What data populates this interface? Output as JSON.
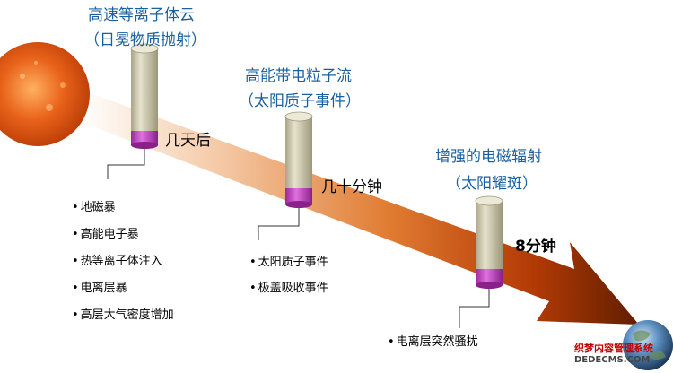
{
  "events": [
    {
      "title_line1": "高速等离子体云",
      "title_line2": "（日冕物质抛射）",
      "arrival_time": "几天后",
      "effects": [
        "地磁暴",
        "高能电子暴",
        "热等离子体注入",
        "电离层暴",
        "高层大气密度增加"
      ]
    },
    {
      "title_line1": "高能带电粒子流",
      "title_line2": "（太阳质子事件）",
      "arrival_time": "几十分钟",
      "effects": [
        "太阳质子事件",
        "极盖吸收事件"
      ]
    },
    {
      "title_line1": "增强的电磁辐射",
      "title_line2": "（太阳耀斑）",
      "arrival_time": "8分钟",
      "effects": [
        "电离层突然骚扰"
      ]
    }
  ],
  "watermark": {
    "line1": "织梦内容管理系统",
    "line2": "DEDECMS.COM"
  },
  "colors": {
    "title": "#1a5fa0",
    "arrow_dark": "#5a1c00",
    "arrow_mid": "#c4450a",
    "arrow_light": "#ffffff",
    "cylinder_body": "#c9c4a6",
    "cylinder_band": "#c040c0",
    "sun": "#e8621a",
    "earth": "#3a6fa0"
  }
}
